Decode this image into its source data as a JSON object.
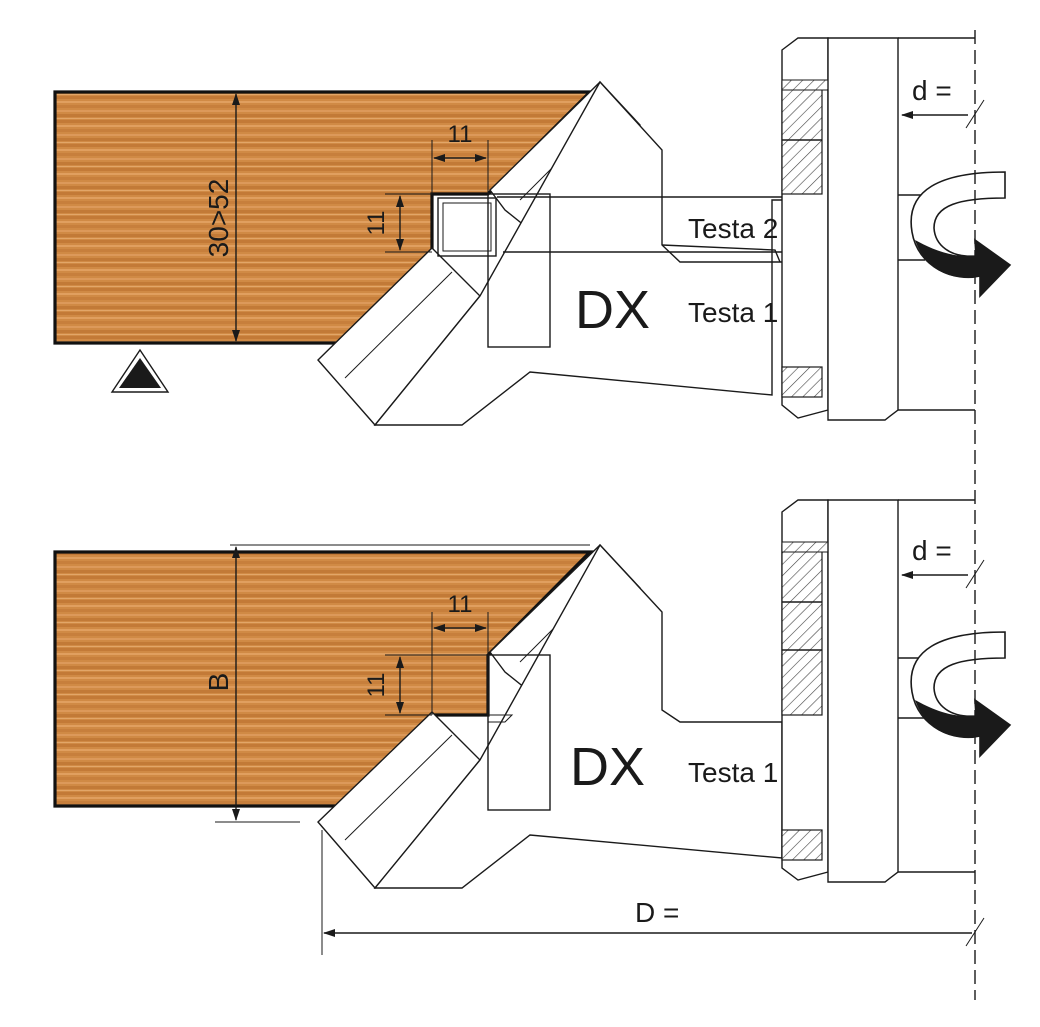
{
  "colors": {
    "wood_base": "#d08a45",
    "wood_dark": "#b86d2c",
    "wood_light": "#e7a969",
    "line": "#1a1a1a",
    "hatch": "#444444",
    "arrow": "#1a1a1a"
  },
  "icons": [
    "reference-triangle-icon",
    "rotation-arrow-icon"
  ],
  "top_assembly": {
    "dim_height": "30>52",
    "dim_width": "11",
    "dim_depth": "11",
    "side_label": "DX",
    "head_upper_label": "Testa 2",
    "head_lower_label": "Testa 1",
    "bore_label": "d ="
  },
  "bottom_assembly": {
    "dim_height": "B",
    "dim_width": "11",
    "dim_depth": "11",
    "side_label": "DX",
    "head_label": "Testa 1",
    "bore_label": "d =",
    "diameter_label": "D ="
  }
}
